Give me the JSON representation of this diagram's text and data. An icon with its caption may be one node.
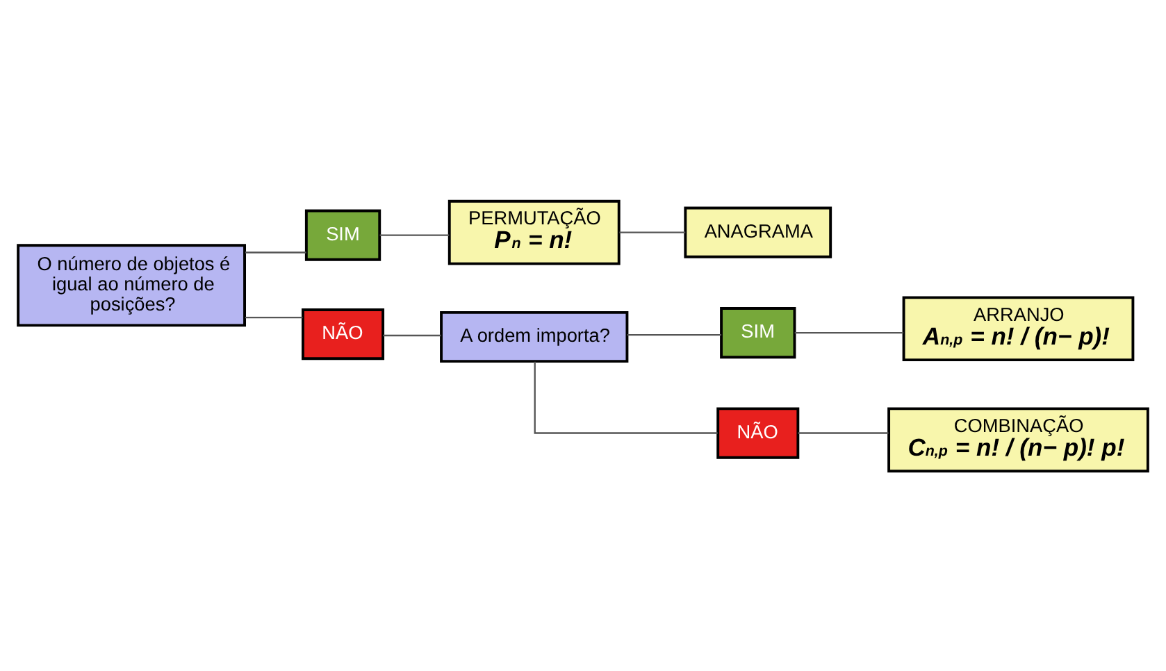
{
  "diagram": {
    "nodes": [
      {
        "text": [
          "O número de objetos é igual ao número de posições?"
        ]
      },
      {
        "text": [
          "SIM"
        ]
      },
      {
        "text": [
          "PERMUTAÇÃO",
          "P$_{n}$ = n!"
        ]
      },
      {
        "text": [
          "ANAGRAMA"
        ]
      },
      {
        "text": [
          "NÃO"
        ]
      },
      {
        "text": [
          "A ordem importa?"
        ]
      },
      {
        "text": [
          "SIM"
        ]
      },
      {
        "text": [
          "ARRANJO",
          "A$_{n,p}$ = n! / (n− p)!"
        ]
      },
      {
        "text": [
          "NÃO"
        ]
      },
      {
        "text": [
          "COMBINAÇÃO",
          "C$_{n,p}$ = n! / (n− p)! p!"
        ]
      }
    ],
    "edges": [
      {
        "from": 0,
        "to": 1,
        "arrow": "none"
      },
      {
        "from": 1,
        "to": 2,
        "arrow": "none"
      },
      {
        "from": 2,
        "to": 3,
        "arrow": "none"
      },
      {
        "from": 0,
        "to": 4,
        "arrow": "none"
      },
      {
        "from": 4,
        "to": 5,
        "arrow": "none"
      },
      {
        "from": 5,
        "to": 6,
        "arrow": "none"
      },
      {
        "from": 6,
        "to": 7,
        "arrow": "none"
      },
      {
        "from": 5,
        "to": 8,
        "arrow": "none"
      },
      {
        "from": 8,
        "to": 9,
        "arrow": "none"
      }
    ]
  }
}
